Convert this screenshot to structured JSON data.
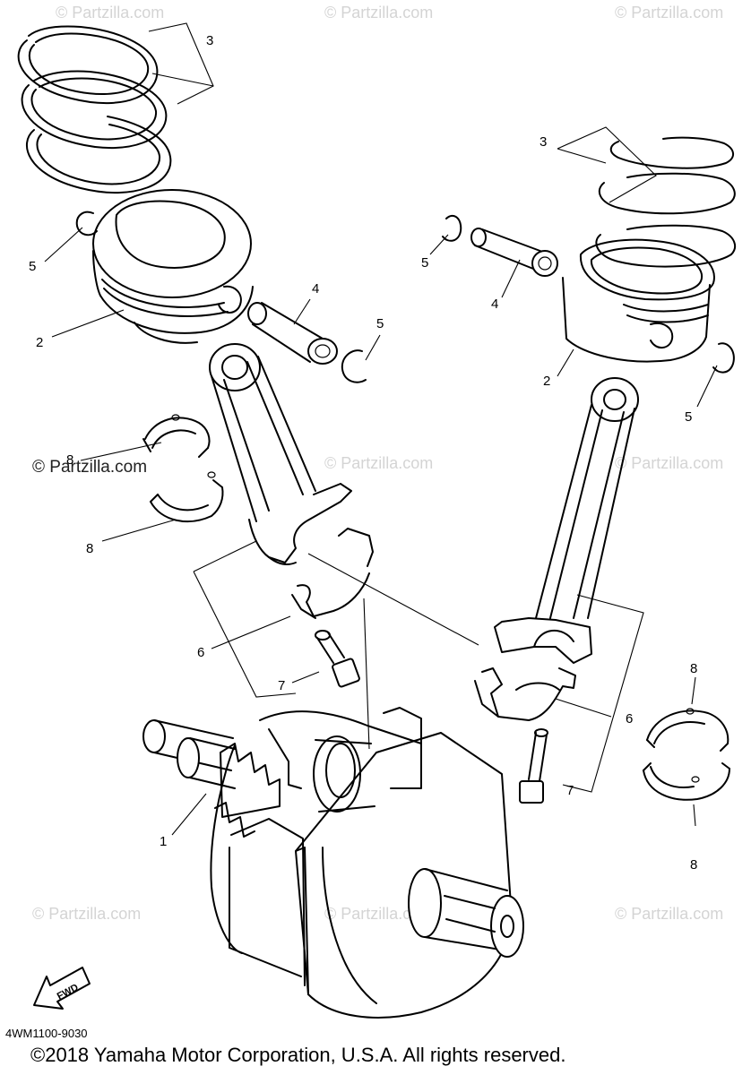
{
  "watermark": "© Partzilla.com",
  "callouts": {
    "c1": "1",
    "c2": "2",
    "c3": "3",
    "c4": "4",
    "c5": "5",
    "c6": "6",
    "c7": "7",
    "c8": "8"
  },
  "fwd_label": "FWD",
  "diagram_code": "4WM1100-9030",
  "copyright": "©2018 Yamaha Motor Corporation, U.S.A. All rights reserved."
}
